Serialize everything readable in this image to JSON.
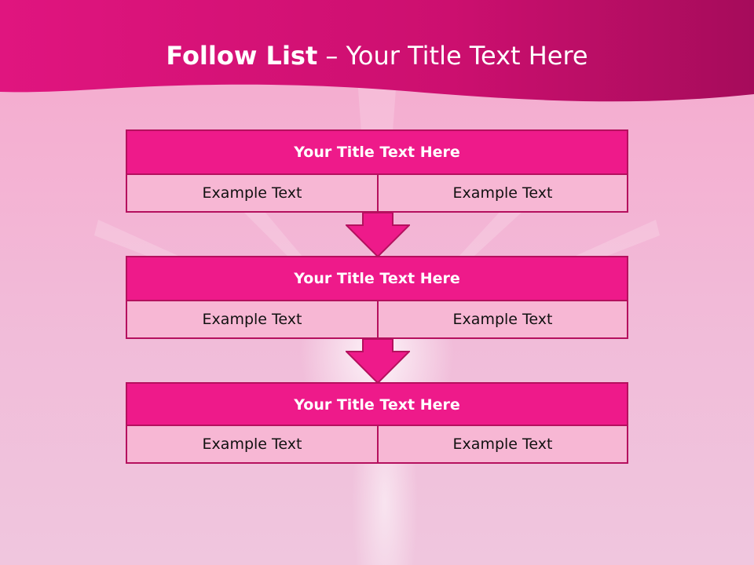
{
  "slide": {
    "title_bold": "Follow List",
    "title_rest": "– Your Title Text Here"
  },
  "steps": [
    {
      "title": "Your Title Text Here",
      "left": "Example Text",
      "right": "Example Text"
    },
    {
      "title": "Your Title Text Here",
      "left": "Example Text",
      "right": "Example Text"
    },
    {
      "title": "Your Title Text Here",
      "left": "Example Text",
      "right": "Example Text"
    }
  ],
  "colors": {
    "header": "#d81279",
    "block_title": "#ee1a8a",
    "block_cell": "#f7b7d4",
    "border": "#b5105e"
  },
  "icons": [
    "down-arrow-icon",
    "down-arrow-icon"
  ]
}
